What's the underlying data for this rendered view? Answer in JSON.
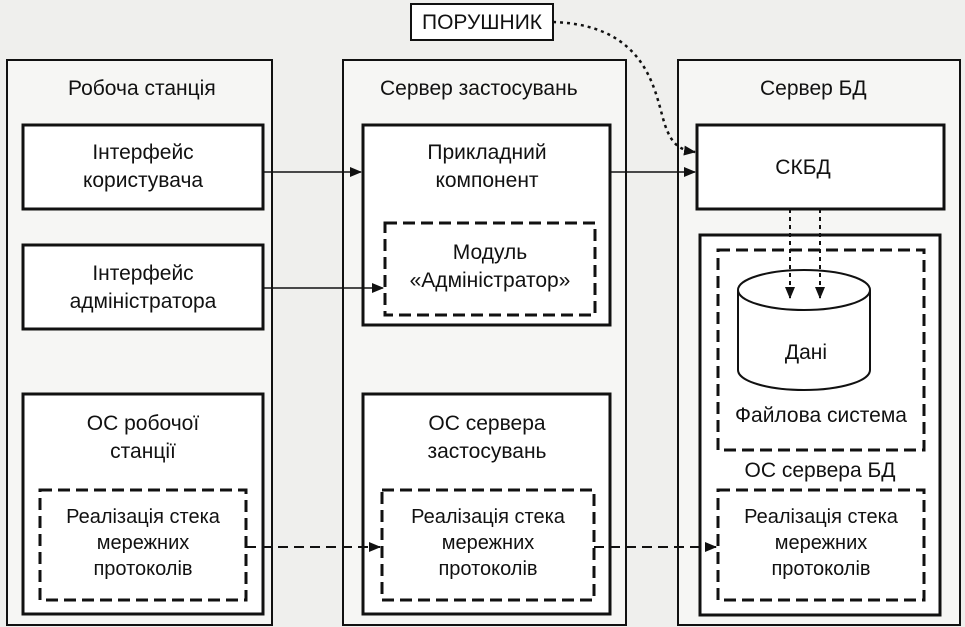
{
  "intruder": "ПОРУШНИК",
  "columns": {
    "workstation": {
      "title": "Робоча станція",
      "ui": [
        "Інтерфейс",
        "користувача"
      ],
      "admin_ui": [
        "Інтерфейс",
        "адміністратора"
      ],
      "os": [
        "ОС робочої",
        "станції"
      ],
      "stack": [
        "Реалізація стека",
        "мережних",
        "протоколів"
      ]
    },
    "app_server": {
      "title": "Сервер застосувань",
      "component": [
        "Прикладний",
        "компонент"
      ],
      "admin_module": [
        "Модуль",
        "«Адміністратор»"
      ],
      "os": [
        "ОС сервера",
        "застосувань"
      ],
      "stack": [
        "Реалізація стека",
        "мережних",
        "протоколів"
      ]
    },
    "db_server": {
      "title": "Сервер БД",
      "dbms": "СКБД",
      "data": "Дані",
      "filesystem": "Файлова система",
      "os": "ОС сервера БД",
      "stack": [
        "Реалізація стека",
        "мережних",
        "протоколів"
      ]
    }
  },
  "colors": {
    "ink": "#111111",
    "paper": "#efefed",
    "box": "#ffffff"
  }
}
